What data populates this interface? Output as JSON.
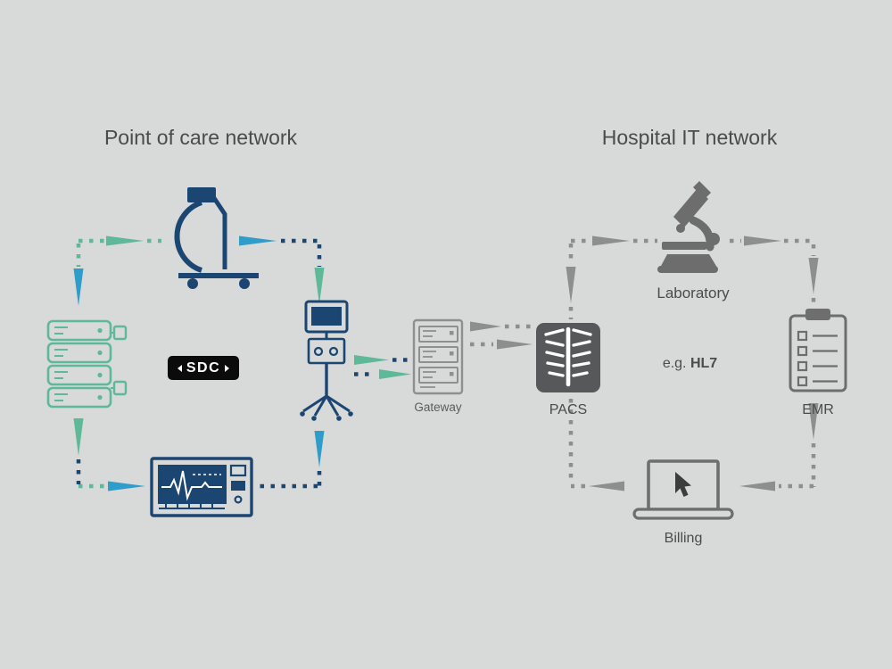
{
  "titles": {
    "poc": "Point of care network",
    "hospital": "Hospital IT network"
  },
  "labels": {
    "sdc_badge": "SDC",
    "gateway": "Gateway",
    "pacs": "PACS",
    "laboratory": "Laboratory",
    "emr": "EMR",
    "billing": "Billing",
    "protocol_prefix": "e.g. ",
    "protocol_bold": "HL7"
  },
  "icons": {
    "poc_network": [
      "c-arm-icon",
      "server-stack-icon",
      "ventilator-icon",
      "patient-monitor-icon"
    ],
    "hospital_network": [
      "microscope-icon",
      "emr-clipboard-icon",
      "billing-laptop-icon",
      "pacs-icon"
    ],
    "bridge": [
      "gateway-server-icon"
    ]
  },
  "colors": {
    "background": "#d8d9d9",
    "green": "#5db998",
    "blue": "#2f9dc9",
    "navy": "#1c4672",
    "gray_line": "#8d8f8e",
    "icon_gray": "#6d6d6d",
    "pacs_bg": "#57585a",
    "text": "#4b4b4b",
    "sdc_bg": "#0b0b0b",
    "sdc_text": "#ffffff"
  }
}
